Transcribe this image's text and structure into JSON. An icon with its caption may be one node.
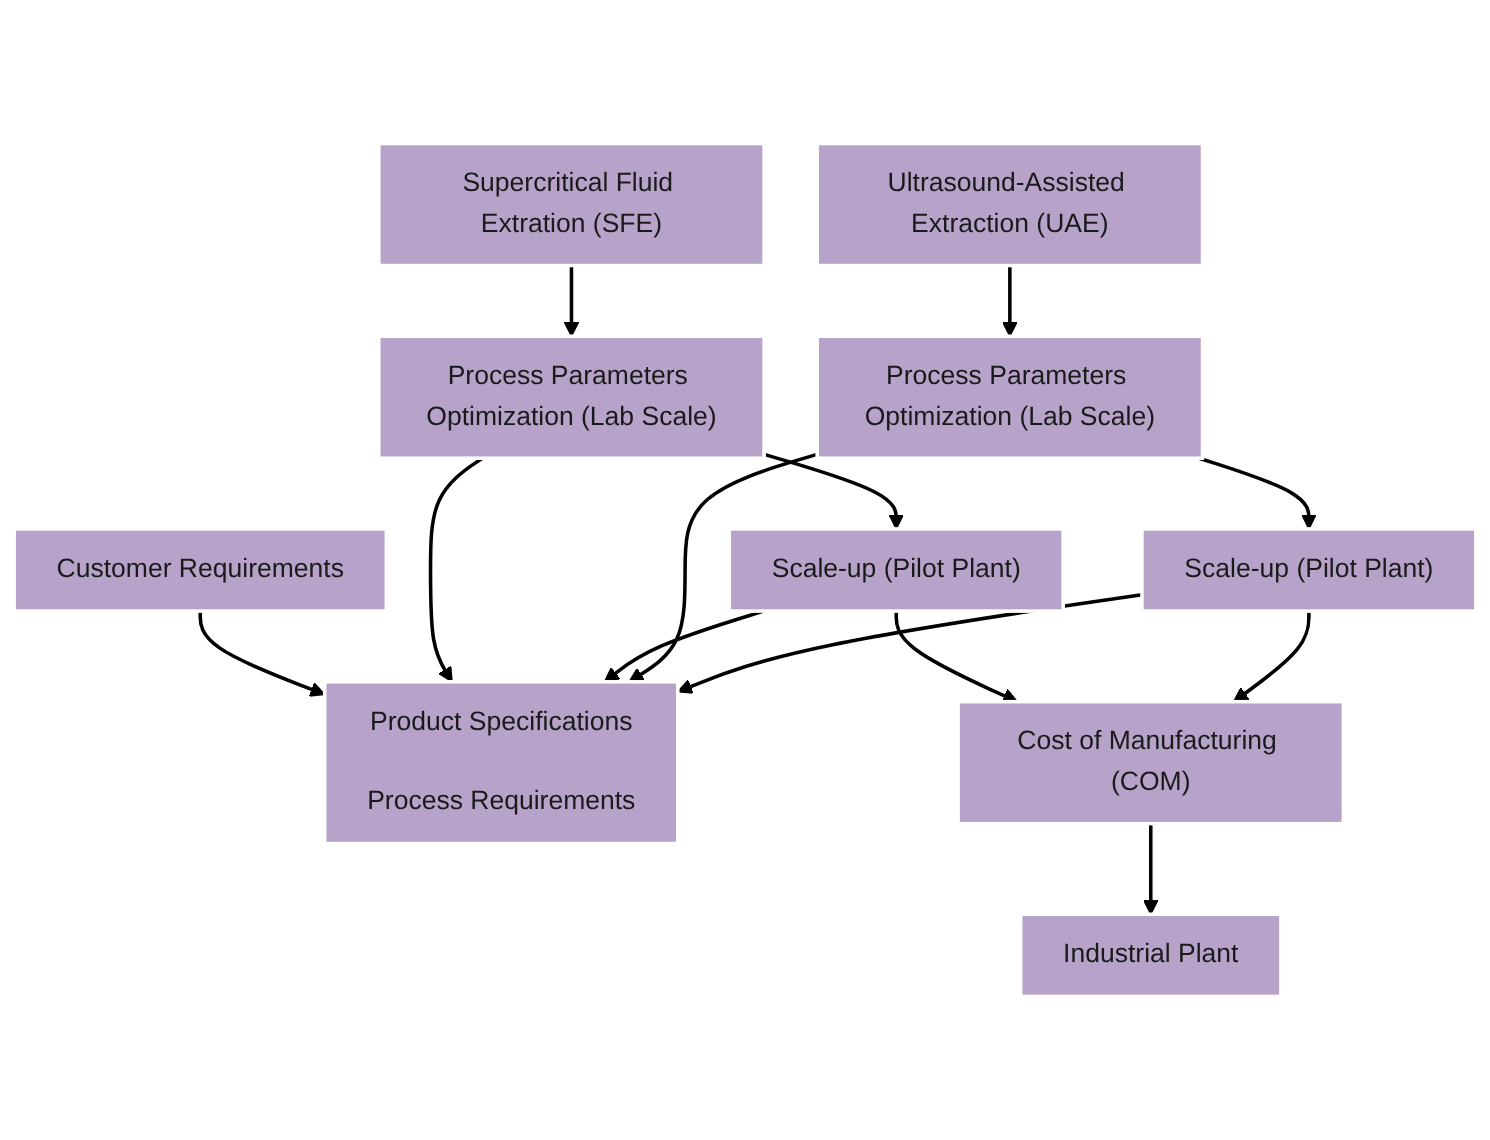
{
  "diagram": {
    "nodes": [
      {
        "text": [
          "Supercritical Fluid Extration (SFE)"
        ]
      },
      {
        "text": [
          "Customer Requirements"
        ]
      },
      {
        "text": [
          "Ultrasound-Assisted Extraction (UAE)"
        ]
      },
      {
        "text": [
          "Process Parameters Optimization (Lab Scale)"
        ]
      },
      {
        "text": [
          "Product Specifications",
          "Process Requirements"
        ]
      },
      {
        "text": [
          "Process Parameters Optimization (Lab Scale)"
        ]
      },
      {
        "text": [
          "Scale-up (Pilot Plant)"
        ]
      },
      {
        "text": [
          "Scale-up (Pilot Plant)"
        ]
      },
      {
        "text": [
          "Cost of Manufacturing (COM)"
        ]
      },
      {
        "text": [
          "Industrial Plant"
        ]
      }
    ],
    "edges": [
      {
        "from": 0,
        "to": 3,
        "arrow": "to"
      },
      {
        "from": 3,
        "to": 6,
        "arrow": "to"
      },
      {
        "from": 1,
        "to": 4,
        "arrow": "to"
      },
      {
        "from": 2,
        "to": 5,
        "arrow": "to"
      },
      {
        "from": 5,
        "to": 7,
        "arrow": "to"
      },
      {
        "from": 3,
        "to": 4,
        "arrow": "to"
      },
      {
        "from": 6,
        "to": 4,
        "arrow": "to"
      },
      {
        "from": 5,
        "to": 4,
        "arrow": "to"
      },
      {
        "from": 7,
        "to": 4,
        "arrow": "to"
      },
      {
        "from": 6,
        "to": 8,
        "arrow": "to"
      },
      {
        "from": 7,
        "to": 8,
        "arrow": "to"
      },
      {
        "from": 8,
        "to": 9,
        "arrow": "to"
      }
    ]
  }
}
